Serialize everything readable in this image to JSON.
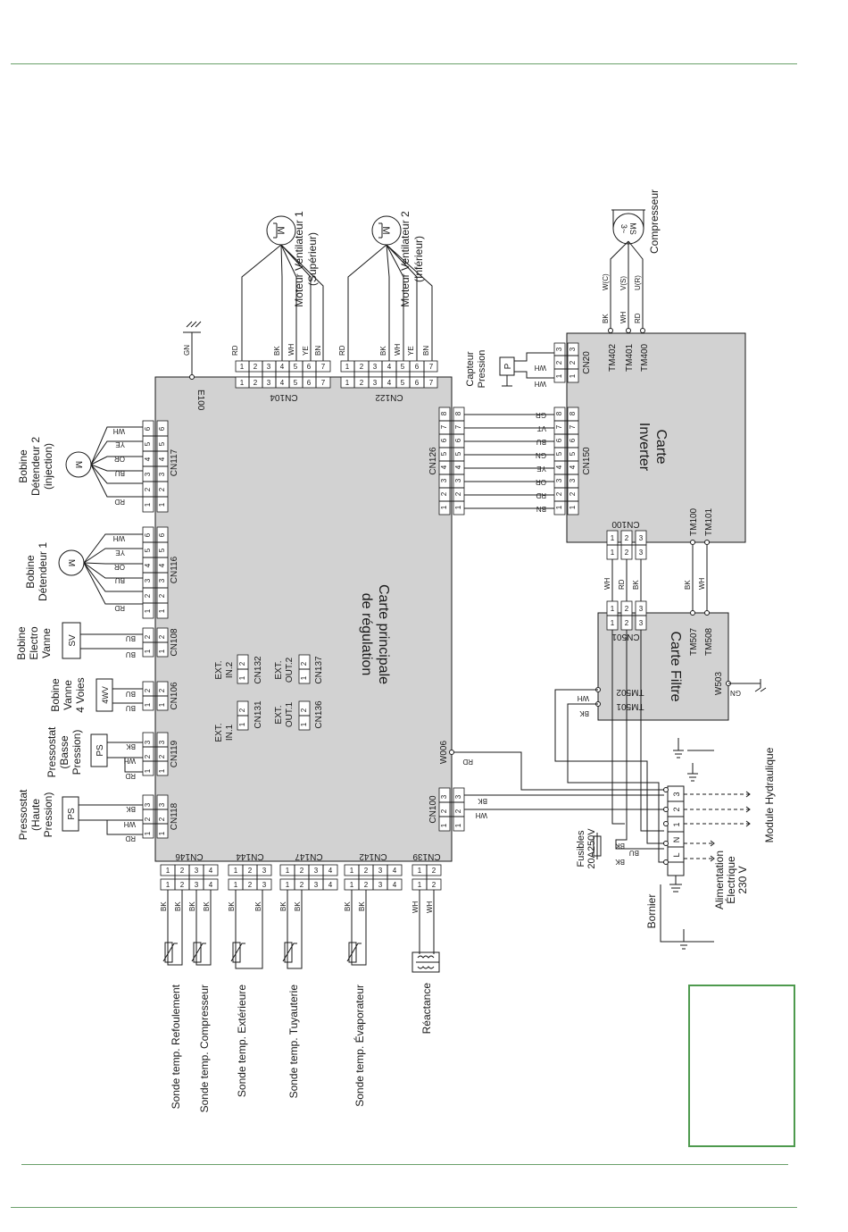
{
  "boards": {
    "main": [
      "Carte principale",
      "de régulation"
    ],
    "inverter": [
      "Carte",
      "Inverter"
    ],
    "filter": "Carte Filtre"
  },
  "fan1": [
    "Moteur Ventilateur 1",
    "(Supérieur)"
  ],
  "fan2": [
    "Moteur Ventilateur 2",
    "(Inférieur)"
  ],
  "compressor": "Compresseur",
  "motor_symbol": "M",
  "compressor_symbol": [
    "MS",
    "3~"
  ],
  "pressure_sensor": [
    "Capteur",
    "Pression"
  ],
  "pressure_symbol": "P",
  "pressostat_hp": [
    "Pressostat",
    "(Haute",
    "Pression)"
  ],
  "pressostat_bp": [
    "Pressostat",
    "(Basse",
    "Pression)"
  ],
  "ps_symbol": "PS",
  "valve_4v": [
    "Bobine",
    "Vanne",
    "4 Voies"
  ],
  "valve_4v_symbol": "4WV",
  "valve_ev": [
    "Bobine",
    "Electro",
    "Vanne"
  ],
  "valve_ev_symbol": "SV",
  "detendeur1": [
    "Bobine",
    "Détendeur 1"
  ],
  "detendeur2": [
    "Bobine",
    "Détendeur 2",
    "(injection)"
  ],
  "connectors": {
    "cn104": "CN104",
    "cn122": "CN122",
    "cn117": "CN117",
    "cn116": "CN116",
    "cn108": "CN108",
    "cn106": "CN106",
    "cn119": "CN119",
    "cn118": "CN118",
    "cn146": "CN146",
    "cn144": "CN144",
    "cn147": "CN147",
    "cn142": "CN142",
    "cn139": "CN139",
    "cn100": "CN100",
    "cn126": "CN126",
    "cn150": "CN150",
    "cn20": "CN20",
    "cn501": "CN501",
    "cn131": "CN131",
    "cn132": "CN132",
    "cn136": "CN136",
    "cn137": "CN137"
  },
  "terminals": {
    "e100": "E100",
    "w006": "W006",
    "w503": "W503",
    "tm402": "TM402",
    "tm401": "TM401",
    "tm400": "TM400",
    "tm100": "TM100",
    "tm101": "TM101",
    "tm507": "TM507",
    "tm508": "TM508",
    "tm502": "TM502",
    "tm501": "TM501"
  },
  "ext": {
    "in1": [
      "EXT.",
      "IN.1"
    ],
    "in2": [
      "EXT.",
      "IN.2"
    ],
    "out1": [
      "EXT.",
      "OUT.1"
    ],
    "out2": [
      "EXT.",
      "OUT.2"
    ]
  },
  "wire_colors": {
    "rd": "RD",
    "bk": "BK",
    "wh": "WH",
    "ye": "YE",
    "bn": "BN",
    "bu": "BU",
    "or": "OR",
    "gn": "GN",
    "vt": "VT",
    "gr": "GR"
  },
  "compressor_phases": [
    "W(C)",
    "V(S)",
    "U(R)"
  ],
  "sensors": [
    "Sonde temp. Refoulement",
    "Sonde temp. Compresseur",
    "Sonde temp. Extérieure",
    "Sonde temp. Tuyauterie",
    "Sonde temp. Évaporateur"
  ],
  "reactance": "Réactance",
  "fuses": [
    "Fusibles",
    "20A250V"
  ],
  "bornier": "Bornier",
  "alimentation": [
    "Alimentation",
    "Électrique",
    "230 V"
  ],
  "module_hydraulique": "Module Hydraulique",
  "terminal_marks": [
    "3",
    "2",
    "1",
    "N",
    "L"
  ],
  "colors": {
    "board_fill": "#d2d2d2",
    "rule": "#6aa06a",
    "legend_border": "#4e9a4e",
    "ink": "#1a1a1a"
  }
}
